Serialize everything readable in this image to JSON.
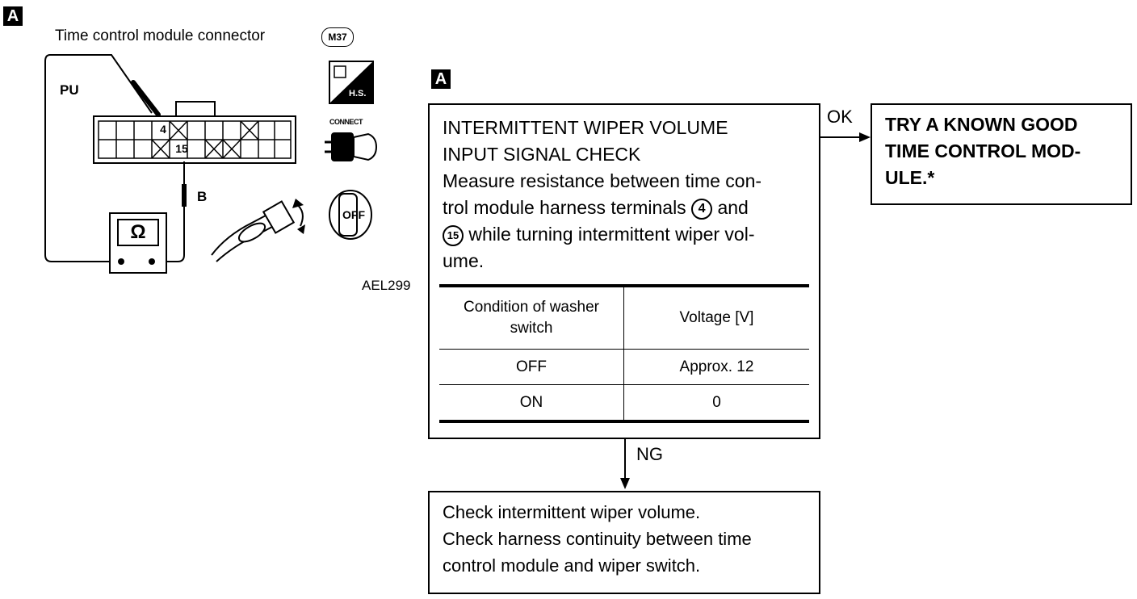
{
  "left_panel": {
    "badge": "A",
    "connector_title": "Time control module connector",
    "connector_code": "M37",
    "wire_pu": "PU",
    "wire_b": "B",
    "terminal_top": "4",
    "terminal_bottom": "15",
    "meter_symbol": "Ω",
    "hs_label": "H.S.",
    "connect_label": "CONNECT",
    "off_label": "OFF",
    "figure_code": "AEL299"
  },
  "main_box": {
    "badge": "A",
    "title_line1": "INTERMITTENT WIPER VOLUME",
    "title_line2": "INPUT SIGNAL CHECK",
    "text_line1": "Measure resistance between time con-",
    "text_line2a": "trol module harness terminals",
    "term_a": "4",
    "text_line2b": "and",
    "term_b": "15",
    "text_line3": "while turning intermittent wiper vol-",
    "text_line4": "ume.",
    "table": {
      "col1_header": "Condition of washer switch",
      "col2_header": "Voltage [V]",
      "rows": [
        {
          "condition": "OFF",
          "voltage": "Approx. 12"
        },
        {
          "condition": "ON",
          "voltage": "0"
        }
      ]
    }
  },
  "ok_branch": {
    "label": "OK",
    "line1": "TRY A KNOWN GOOD",
    "line2": "TIME CONTROL MOD-",
    "line3": "ULE.*"
  },
  "ng_branch": {
    "label": "NG",
    "line1": "Check intermittent wiper volume.",
    "line2": "Check harness continuity between time",
    "line3": "control module and wiper switch."
  }
}
